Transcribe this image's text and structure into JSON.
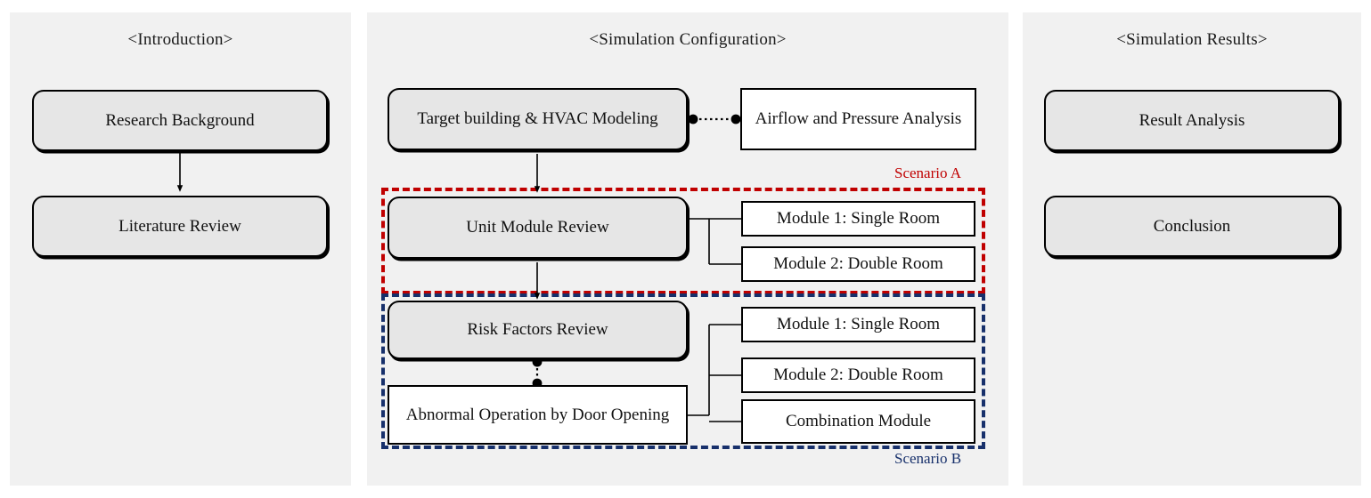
{
  "diagram": {
    "title_intro": "<Introduction>",
    "title_config": "<Simulation Configuration>",
    "title_results": "<Simulation Results>"
  },
  "colors": {
    "scenario_a": "#c00000",
    "scenario_b": "#17306b",
    "panel_background": "#f1f1f1",
    "process_box_fill": "#e6e6e6",
    "plain_box_fill": "#ffffff",
    "stroke": "#000000"
  },
  "introduction": {
    "boxes": [
      {
        "label": "Research Background"
      },
      {
        "label": "Literature Review"
      }
    ]
  },
  "configuration": {
    "modeling_box": "Target building & HVAC Modeling",
    "analysis_box": "Airflow and Pressure Analysis",
    "unit_module_box": "Unit Module Review",
    "risk_factors_box": "Risk Factors Review",
    "abnormal_box": "Abnormal Operation by Door Opening",
    "scenario_a": {
      "label": "Scenario A",
      "modules": [
        {
          "label": "Module 1: Single Room"
        },
        {
          "label": "Module 2: Double Room"
        }
      ]
    },
    "scenario_b": {
      "label": "Scenario B",
      "modules": [
        {
          "label": "Module 1: Single Room"
        },
        {
          "label": "Module 2: Double Room"
        },
        {
          "label": "Combination Module"
        }
      ]
    }
  },
  "results": {
    "boxes": [
      {
        "label": "Result Analysis"
      },
      {
        "label": "Conclusion"
      }
    ]
  },
  "chart_data": {
    "type": "table",
    "title": "Research flow diagram: Introduction / Simulation Configuration / Simulation Results",
    "nodes": [
      {
        "id": "research-background",
        "panel": "Introduction",
        "label": "Research Background",
        "shape": "rounded",
        "fill": "#e6e6e6"
      },
      {
        "id": "literature-review",
        "panel": "Introduction",
        "label": "Literature Review",
        "shape": "rounded",
        "fill": "#e6e6e6"
      },
      {
        "id": "target-building-hvac-modeling",
        "panel": "Simulation Configuration",
        "label": "Target building & HVAC Modeling",
        "shape": "rounded",
        "fill": "#e6e6e6"
      },
      {
        "id": "airflow-and-pressure-analysis",
        "panel": "Simulation Configuration",
        "label": "Airflow and Pressure Analysis",
        "shape": "rectangle",
        "fill": "#ffffff"
      },
      {
        "id": "unit-module-review",
        "panel": "Simulation Configuration",
        "label": "Unit Module Review",
        "shape": "rounded",
        "fill": "#e6e6e6",
        "group": "Scenario A"
      },
      {
        "id": "scenario-a-module-1",
        "panel": "Simulation Configuration",
        "label": "Module 1: Single Room",
        "shape": "rectangle",
        "fill": "#ffffff",
        "group": "Scenario A"
      },
      {
        "id": "scenario-a-module-2",
        "panel": "Simulation Configuration",
        "label": "Module 2: Double Room",
        "shape": "rectangle",
        "fill": "#ffffff",
        "group": "Scenario A"
      },
      {
        "id": "risk-factors-review",
        "panel": "Simulation Configuration",
        "label": "Risk Factors Review",
        "shape": "rounded",
        "fill": "#e6e6e6",
        "group": "Scenario B"
      },
      {
        "id": "abnormal-operation-by-door-opening",
        "panel": "Simulation Configuration",
        "label": "Abnormal Operation by Door Opening",
        "shape": "rectangle",
        "fill": "#ffffff",
        "group": "Scenario B"
      },
      {
        "id": "scenario-b-module-1",
        "panel": "Simulation Configuration",
        "label": "Module 1: Single Room",
        "shape": "rectangle",
        "fill": "#ffffff",
        "group": "Scenario B"
      },
      {
        "id": "scenario-b-module-2",
        "panel": "Simulation Configuration",
        "label": "Module 2: Double Room",
        "shape": "rectangle",
        "fill": "#ffffff",
        "group": "Scenario B"
      },
      {
        "id": "scenario-b-combination",
        "panel": "Simulation Configuration",
        "label": "Combination Module",
        "shape": "rectangle",
        "fill": "#ffffff",
        "group": "Scenario B"
      },
      {
        "id": "result-analysis",
        "panel": "Simulation Results",
        "label": "Result Analysis",
        "shape": "rounded",
        "fill": "#e6e6e6"
      },
      {
        "id": "conclusion",
        "panel": "Simulation Results",
        "label": "Conclusion",
        "shape": "rounded",
        "fill": "#e6e6e6"
      }
    ],
    "edges": [
      {
        "from": "research-background",
        "to": "literature-review",
        "style": "solid-arrow"
      },
      {
        "from": "target-building-hvac-modeling",
        "to": "airflow-and-pressure-analysis",
        "style": "dotted-ball"
      },
      {
        "from": "target-building-hvac-modeling",
        "to": "unit-module-review",
        "style": "solid-arrow"
      },
      {
        "from": "unit-module-review",
        "to": "scenario-a-module-1",
        "style": "solid-branch"
      },
      {
        "from": "unit-module-review",
        "to": "scenario-a-module-2",
        "style": "solid-branch"
      },
      {
        "from": "unit-module-review",
        "to": "risk-factors-review",
        "style": "solid-arrow"
      },
      {
        "from": "risk-factors-review",
        "to": "abnormal-operation-by-door-opening",
        "style": "dotted-ball"
      },
      {
        "from": "abnormal-operation-by-door-opening",
        "to": "scenario-b-module-1",
        "style": "solid-branch"
      },
      {
        "from": "abnormal-operation-by-door-opening",
        "to": "scenario-b-module-2",
        "style": "solid-branch"
      },
      {
        "from": "abnormal-operation-by-door-opening",
        "to": "scenario-b-combination",
        "style": "solid-branch"
      },
      {
        "from": "result-analysis",
        "to": "conclusion",
        "style": "solid-arrow"
      }
    ]
  }
}
